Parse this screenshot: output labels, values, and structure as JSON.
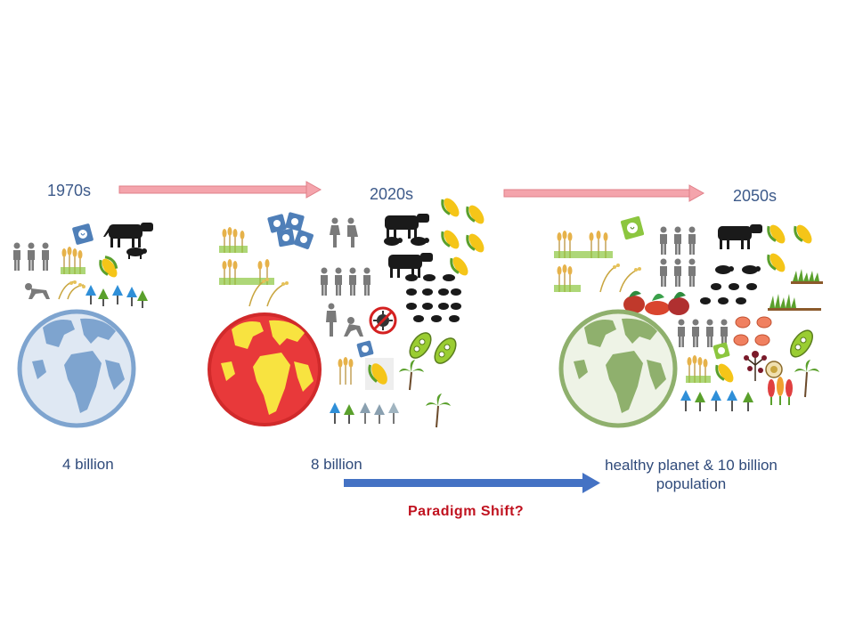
{
  "eras": [
    {
      "year": "1970s",
      "population": "4 billion"
    },
    {
      "year": "2020s",
      "population": "8 billion"
    },
    {
      "year": "2050s",
      "population_line1": "healthy planet & 10 billion",
      "population_line2": "population"
    }
  ],
  "paradigm_label": "Paradigm Shift?",
  "colors": {
    "era_arrow": "#f4a4ac",
    "shift_arrow": "#4472c4",
    "globe_1970": "#7ea4cf",
    "globe_2020_land": "#f8e340",
    "globe_2020_sea": "#e8393a",
    "globe_2050": "#8fb06d",
    "label_text": "#2f4a7a",
    "shift_text": "#c0121f"
  },
  "icons": {
    "people": "people-icon",
    "livestock": "cow-icon",
    "grain": "wheat-icon",
    "corn": "corn-icon",
    "trees": "tree-icon",
    "seeds": "seed-packet-icon",
    "virus": "virus-icon",
    "beans": "bean-pod-icon",
    "palm": "palm-tree-icon",
    "vegetables": "vegetables-icon",
    "insects": "insect-food-icon"
  }
}
